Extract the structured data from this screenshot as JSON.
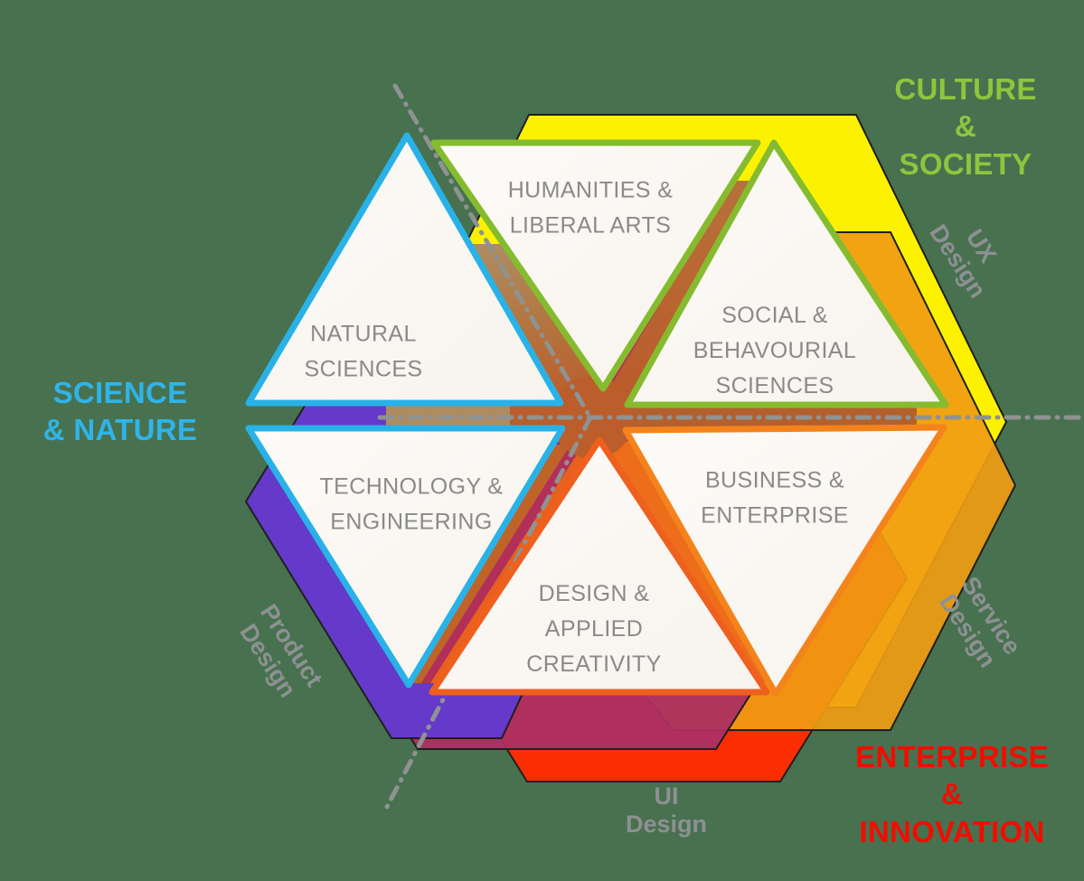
{
  "colors": {
    "background": "#48714F",
    "ux_yellow": "#FCF200",
    "service_amber": "#F09C12",
    "ui_red": "#FB2D03",
    "overlap_crimson": "#AC2F62",
    "product_purple": "#6539C9",
    "science_cyan": "#29B2E7",
    "culture_green": "#85BC2F",
    "design_orange": "#EF5F1E",
    "business_orange": "#F4831C",
    "axis_gray": "#8E9392",
    "triangle_fill": "#FCFAF6"
  },
  "sectors": [
    {
      "id": "natural-sciences",
      "label": "NATURAL\nSCIENCES"
    },
    {
      "id": "humanities-liberal-arts",
      "label": "HUMANITIES &\nLIBERAL ARTS"
    },
    {
      "id": "social-behavourial-sciences",
      "label": "SOCIAL &\nBEHAVOURIAL\nSCIENCES"
    },
    {
      "id": "technology-engineering",
      "label": "TECHNOLOGY &\nENGINEERING"
    },
    {
      "id": "design-applied-creativity",
      "label": "DESIGN &\nAPPLIED\nCREATIVITY"
    },
    {
      "id": "business-enterprise",
      "label": "BUSINESS &\nENTERPRISE"
    }
  ],
  "domains": [
    {
      "id": "culture-society",
      "label": "CULTURE &\nSOCIETY",
      "color": "#8CC63F"
    },
    {
      "id": "science-nature",
      "label": "SCIENCE\n& NATURE",
      "color": "#2FB4E9"
    },
    {
      "id": "enterprise-innovation",
      "label": "ENTERPRISE\n& INNOVATION",
      "color": "#F40B00"
    }
  ],
  "design_disciplines": [
    {
      "id": "ux-design",
      "label": "UX\nDesign"
    },
    {
      "id": "service-design",
      "label": "Service\nDesign"
    },
    {
      "id": "product-design",
      "label": "Product\nDesign"
    },
    {
      "id": "ui-design",
      "label": "UI\nDesign"
    }
  ],
  "axes": {
    "style": "dash-dot",
    "color": "#8E9392"
  }
}
